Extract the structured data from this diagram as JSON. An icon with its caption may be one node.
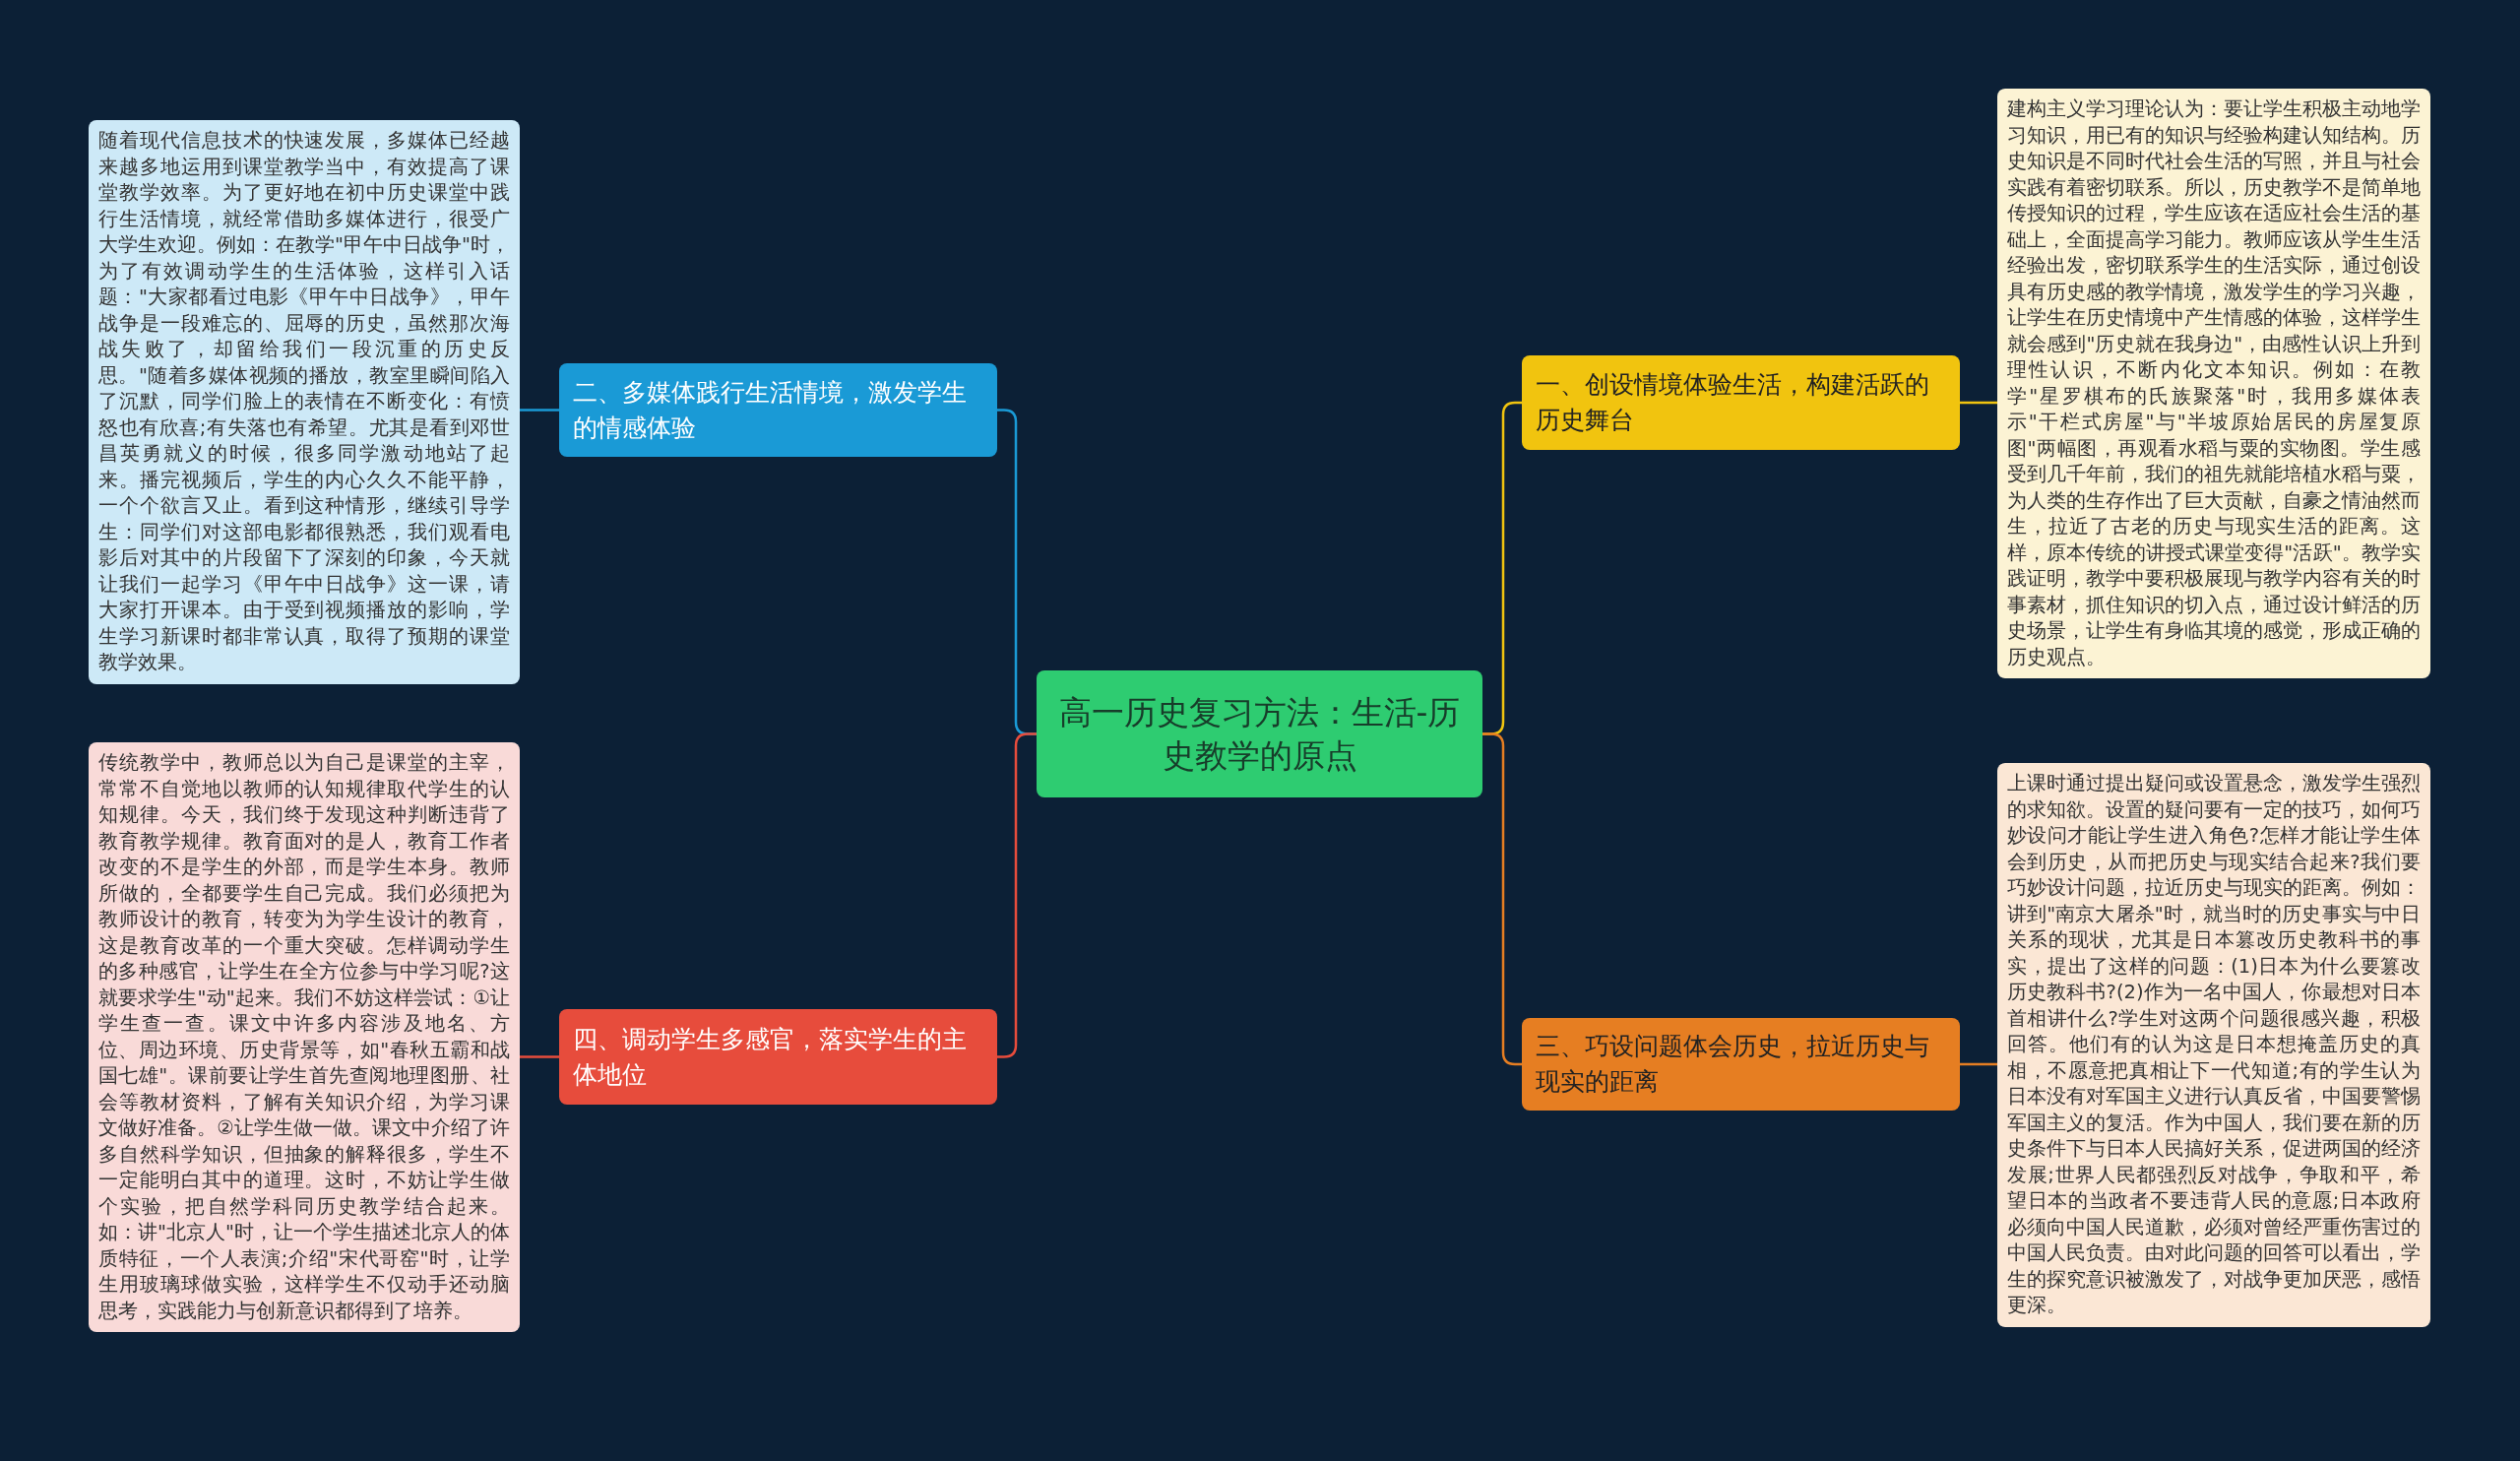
{
  "diagram": {
    "nodes": [
      {
        "text": [
          "高一历史复习方法：生活-历史教学的原点"
        ]
      },
      {
        "text": [
          "二、多媒体践行生活情境，激发学生的情感体验"
        ]
      },
      {
        "text": [
          "随着现代信息技术的快速发展，多媒体已经越来越多地运用到课堂教学当中，有效提高了课堂教学效率。为了更好地在初中历史课堂中践行生活情境，就经常借助多媒体进行，很受广大学生欢迎。例如：在教学\"甲午中日战争\"时，为了有效调动学生的生活体验，这样引入话题：\"大家都看过电影《甲午中日战争》，甲午战争是一段难忘的、屈辱的历史，虽然那次海战失败了，却留给我们一段沉重的历史反思。\"随着多媒体视频的播放，教室里瞬间陷入了沉默，同学们脸上的表情在不断变化：有愤怒也有欣喜;有失落也有希望。尤其是看到邓世昌英勇就义的时候，很多同学激动地站了起来。播完视频后，学生的内心久久不能平静，一个个欲言又止。看到这种情形，继续引导学生：同学们对这部电影都很熟悉，我们观看电影后对其中的片段留下了深刻的印象，今天就让我们一起学习《甲午中日战争》这一课，请大家打开课本。由于受到视频播放的影响，学生学习新课时都非常认真，取得了预期的课堂教学效果。"
        ]
      },
      {
        "text": [
          "四、调动学生多感官，落实学生的主体地位"
        ]
      },
      {
        "text": [
          "传统教学中，教师总以为自己是课堂的主宰，常常不自觉地以教师的认知规律取代学生的认知规律。今天，我们终于发现这种判断违背了教育教学规律。教育面对的是人，教育工作者改变的不是学生的外部，而是学生本身。教师所做的，全都要学生自己完成。我们必须把为教师设计的教育，转变为为学生设计的教育，这是教育改革的一个重大突破。怎样调动学生的多种感官，让学生在全方位参与中学习呢?这就要求学生\"动\"起来。我们不妨这样尝试：①让学生查一查。课文中许多内容涉及地名、方位、周边环境、历史背景等，如\"春秋五霸和战国七雄\"。课前要让学生首先查阅地理图册、社会等教材资料，了解有关知识介绍，为学习课文做好准备。②让学生做一做。课文中介绍了许多自然科学知识，但抽象的解释很多，学生不一定能明白其中的道理。这时，不妨让学生做个实验，把自然学科同历史教学结合起来。如：讲\"北京人\"时，让一个学生描述北京人的体质特征，一个人表演;介绍\"宋代哥窑\"时，让学生用玻璃球做实验，这样学生不仅动手还动脑思考，实践能力与创新意识都得到了培养。"
        ]
      },
      {
        "text": [
          "一、创设情境体验生活，构建活跃的历史舞台"
        ]
      },
      {
        "text": [
          "建构主义学习理论认为：要让学生积极主动地学习知识，用已有的知识与经验构建认知结构。历史知识是不同时代社会生活的写照，并且与社会实践有着密切联系。所以，历史教学不是简单地传授知识的过程，学生应该在适应社会生活的基础上，全面提高学习能力。教师应该从学生生活经验出发，密切联系学生的生活实际，通过创设具有历史感的教学情境，激发学生的学习兴趣，让学生在历史情境中产生情感的体验，这样学生就会感到\"历史就在我身边\"，由感性认识上升到理性认识，不断内化文本知识。例如：在教学\"星罗棋布的氏族聚落\"时，我用多媒体表示\"干栏式房屋\"与\"半坡原始居民的房屋复原图\"两幅图，再观看水稻与粟的实物图。学生感受到几千年前，我们的祖先就能培植水稻与粟，为人类的生存作出了巨大贡献，自豪之情油然而生，拉近了古老的历史与现实生活的距离。这样，原本传统的讲授式课堂变得\"活跃\"。教学实践证明，教学中要积极展现与教学内容有关的时事素材，抓住知识的切入点，通过设计鲜活的历史场景，让学生有身临其境的感觉，形成正确的历史观点。"
        ]
      },
      {
        "text": [
          "三、巧设问题体会历史，拉近历史与现实的距离"
        ]
      },
      {
        "text": [
          "上课时通过提出疑问或设置悬念，激发学生强烈的求知欲。设置的疑问要有一定的技巧，如何巧妙设问才能让学生进入角色?怎样才能让学生体会到历史，从而把历史与现实结合起来?我们要巧妙设计问题，拉近历史与现实的距离。例如：讲到\"南京大屠杀\"时，就当时的历史事实与中日关系的现状，尤其是日本篡改历史教科书的事实，提出了这样的问题：(1)日本为什么要篡改历史教科书?(2)作为一名中国人，你最想对日本首相讲什么?学生对这两个问题很感兴趣，积极回答。他们有的认为这是日本想掩盖历史的真相，不愿意把真相让下一代知道;有的学生认为日本没有对军国主义进行认真反省，中国要警惕军国主义的复活。作为中国人，我们要在新的历史条件下与日本人民搞好关系，促进两国的经济发展;世界人民都强烈反对战争，争取和平，希望日本的当政者不要违背人民的意愿;日本政府必须向中国人民道歉，必须对曾经严重伤害过的中国人民负责。由对此问题的回答可以看出，学生的探究意识被激发了，对战争更加厌恶，感悟更深。"
        ]
      }
    ],
    "edges": [
      {
        "from": 0,
        "to": 1,
        "arrow": "none",
        "color": "#1a9ad6"
      },
      {
        "from": 1,
        "to": 2,
        "arrow": "none",
        "color": "#1a9ad6"
      },
      {
        "from": 0,
        "to": 3,
        "arrow": "none",
        "color": "#e74c3c"
      },
      {
        "from": 3,
        "to": 4,
        "arrow": "none",
        "color": "#e74c3c"
      },
      {
        "from": 0,
        "to": 5,
        "arrow": "none",
        "color": "#f1c40f"
      },
      {
        "from": 5,
        "to": 6,
        "arrow": "none",
        "color": "#f1c40f"
      },
      {
        "from": 0,
        "to": 7,
        "arrow": "none",
        "color": "#e67e22"
      },
      {
        "from": 7,
        "to": 8,
        "arrow": "none",
        "color": "#e67e22"
      }
    ]
  }
}
